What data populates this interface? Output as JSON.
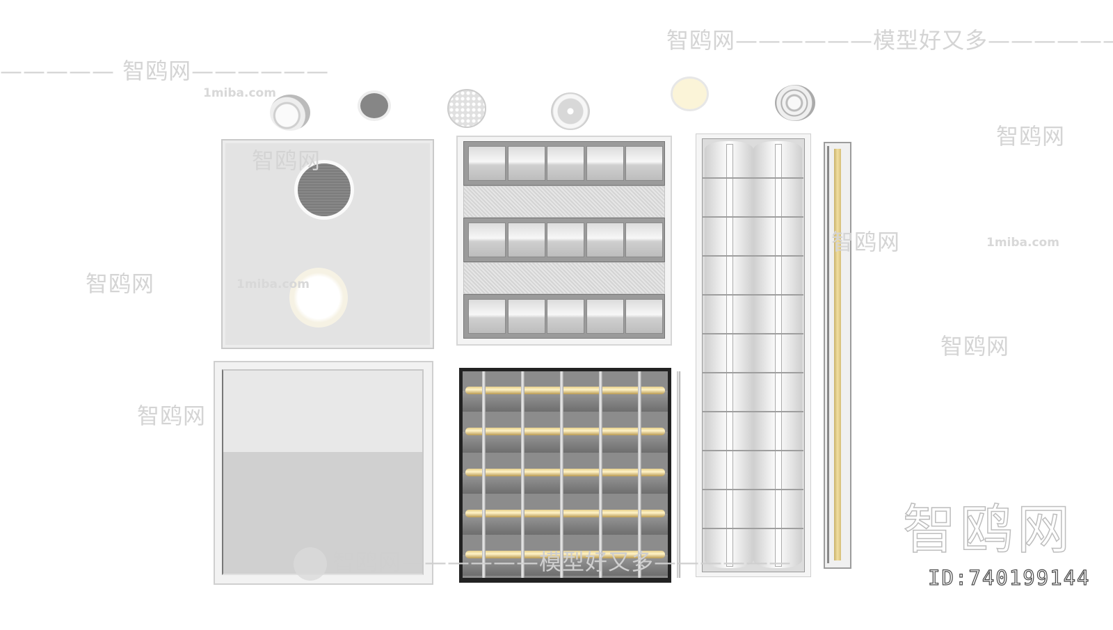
{
  "watermarks": {
    "brand_slogan": "智鸥网——————模型好又多——————",
    "brand": "智鸥网",
    "brand_line_left": "—————  智鸥网——————",
    "site": "1miba.com",
    "id_label": "ID:740199144"
  },
  "colors": {
    "tube_gold": "#e6cf8a",
    "warm_light": "#fbf4d8",
    "dark_frame": "#222222",
    "panel_gray": "#e3e3e3"
  },
  "objects": [
    "smoke-detector",
    "round-speaker",
    "round-grille-vent",
    "round-swirl-diffuser",
    "round-downlight",
    "round-spot-light",
    "ceiling-panel-with-speaker-and-light",
    "three-row-grille-troffer",
    "flat-panel-light",
    "dark-grid-louver-light",
    "double-tube-troffer",
    "single-fluorescent-tube"
  ]
}
